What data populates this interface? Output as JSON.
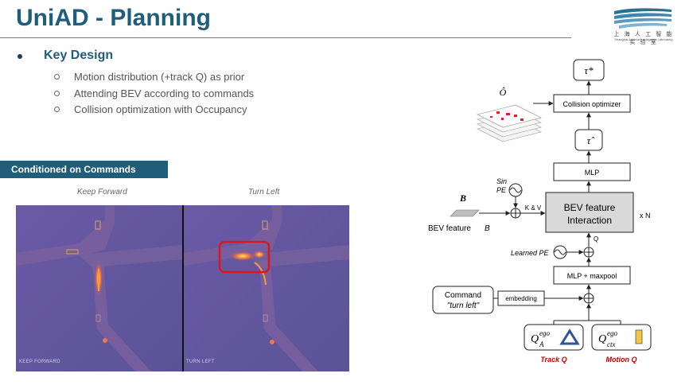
{
  "header": {
    "title": "UniAD - Planning",
    "logo_text_cn": "上 海 人 工 智 能 实 验 室",
    "logo_text_en": "Shanghai Artificial Intelligence Laboratory"
  },
  "key_design": {
    "heading": "Key Design",
    "items": [
      "Motion distribution (+track Q) as prior",
      "Attending BEV according to commands",
      "Collision optimization with Occupancy"
    ]
  },
  "conditioned": {
    "banner": "Conditioned on Commands",
    "left_label": "Keep Forward",
    "right_label": "Turn Left",
    "left_caption": "KEEP FORWARD",
    "right_caption": "TURN LEFT"
  },
  "diagram": {
    "tau_star": "τ*",
    "collision_optimizer": "Collision optimizer",
    "o_hat": "Ô",
    "tau_hat": "τ̂",
    "mlp": "MLP",
    "sin_pe_line1": "Sin",
    "sin_pe_line2": "PE",
    "bev_interaction_line1": "BEV feature",
    "bev_interaction_line2": "Interaction",
    "repeat": "x N",
    "kv": "K & V",
    "q": "Q",
    "b_label": "B",
    "bev_feature_label": "BEV feature",
    "bev_feature_var": "B",
    "learned_pe": "Learned PE",
    "mlp_maxpool": "MLP + maxpool",
    "command_line1": "Command",
    "command_line2": "\"turn left\"",
    "embedding": "embedding",
    "qa_base": "Q",
    "qa_sup": "ego",
    "qa_sub": "A",
    "qctx_base": "Q",
    "qctx_sup": "ego",
    "qctx_sub": "ctx",
    "track_q": "Track Q",
    "motion_q": "Motion Q",
    "colors": {
      "box_border": "#222222",
      "interaction_fill": "#d9d9d9",
      "track_color": "#c00000",
      "triangle": "#2f5597",
      "motion_rect": "#f4c542"
    }
  }
}
